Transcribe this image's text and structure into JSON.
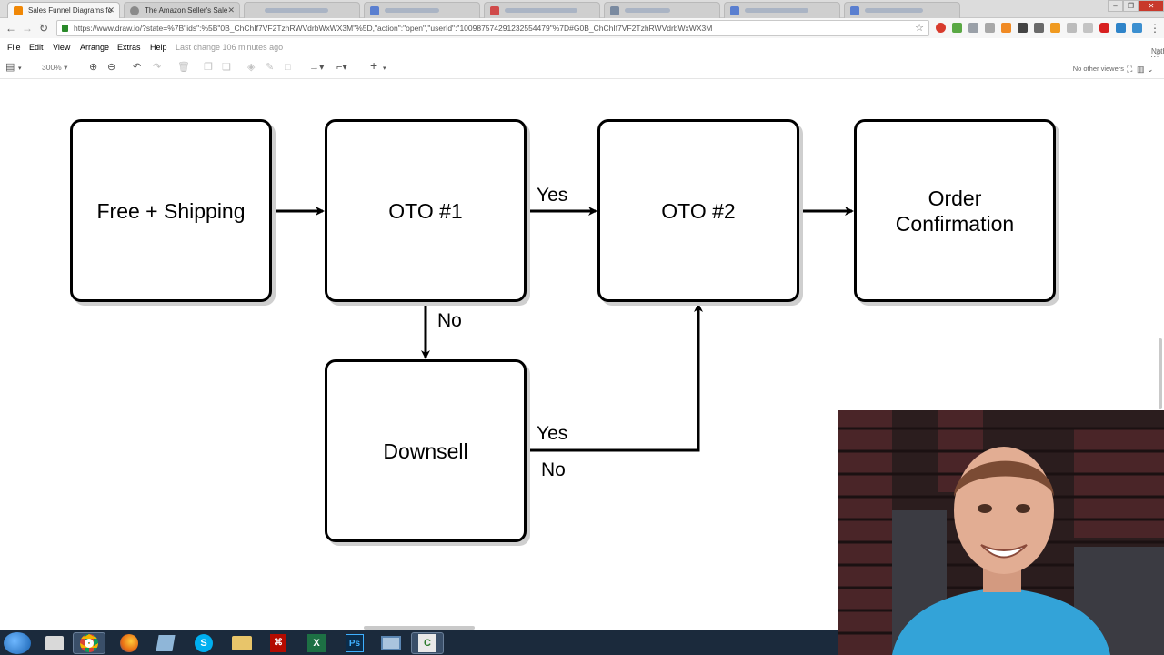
{
  "browser": {
    "tabs": [
      {
        "label": "Sales Funnel Diagrams fo",
        "active": true
      },
      {
        "label": "The Amazon Seller's Sale",
        "active": false
      }
    ],
    "url": "https://www.draw.io/?state=%7B\"ids\":%5B\"0B_ChChIf7VF2TzhRWVdrbWxWX3M\"%5D,\"action\":\"open\",\"userId\":\"100987574291232554479\"%7D#G0B_ChChIf7VF2TzhRWVdrbWxWX3M",
    "user": "Nathan W"
  },
  "menu": {
    "items": [
      "File",
      "Edit",
      "View",
      "Arrange",
      "Extras",
      "Help"
    ],
    "last_change": "Last change 106 minutes ago"
  },
  "toolbar": {
    "zoom": "300%",
    "viewers": "No other viewers"
  },
  "diagram": {
    "nodes": {
      "free_shipping": "Free + Shipping",
      "oto1": "OTO #1",
      "oto2": "OTO #2",
      "order_line1": "Order",
      "order_line2": "Confirmation",
      "downsell": "Downsell"
    },
    "edge_labels": {
      "oto1_yes": "Yes",
      "oto1_no": "No",
      "downsell_yes": "Yes",
      "downsell_no": "No"
    }
  },
  "taskbar": {
    "apps": [
      "start-menu",
      "explorer",
      "chrome",
      "firefox",
      "notepad",
      "skype",
      "folder",
      "acrobat",
      "excel",
      "photoshop",
      "remote-desktop",
      "camtasia"
    ]
  },
  "colors": {
    "taskbar": "#1b2a3c",
    "node_border": "#000000",
    "canvas": "#ffffff"
  }
}
